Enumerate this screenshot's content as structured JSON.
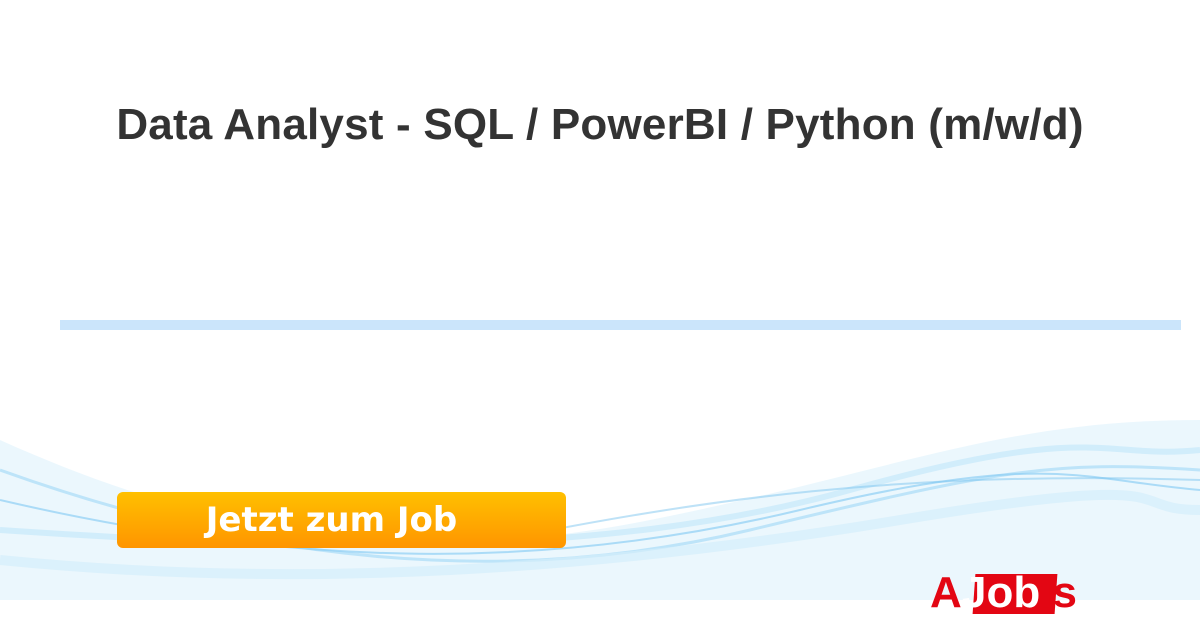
{
  "job": {
    "title": "Data Analyst - SQL / PowerBI / Python (m/w/d)"
  },
  "cta": {
    "label": "Jetzt zum Job"
  },
  "logo": {
    "text": "AJobis",
    "part_a": "A",
    "part_job": "Job",
    "part_is": "is"
  },
  "colors": {
    "accent_orange": "#ff9f00",
    "brand_red": "#e30613",
    "divider": "#cbe5fb"
  }
}
